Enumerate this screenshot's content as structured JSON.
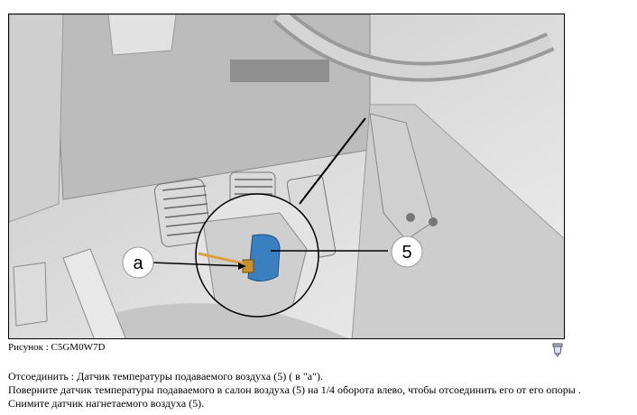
{
  "figure": {
    "callout_a": "a",
    "callout_5": "5",
    "caption": "Рисунок : C5GM0W7D",
    "sensor_color": "#3a7fc0"
  },
  "instructions": [
    "Отсоединить : Датчик температуры подаваемого воздуха (5) ( в \"a\").",
    "Поверните датчик температуры подаваемого в салон воздуха (5) на 1/4 оборота влево, чтобы отсоединить его от его опоры .",
    "Снимите датчик нагнетаемого воздуха (5)."
  ],
  "icons": {
    "print": "print-icon"
  }
}
